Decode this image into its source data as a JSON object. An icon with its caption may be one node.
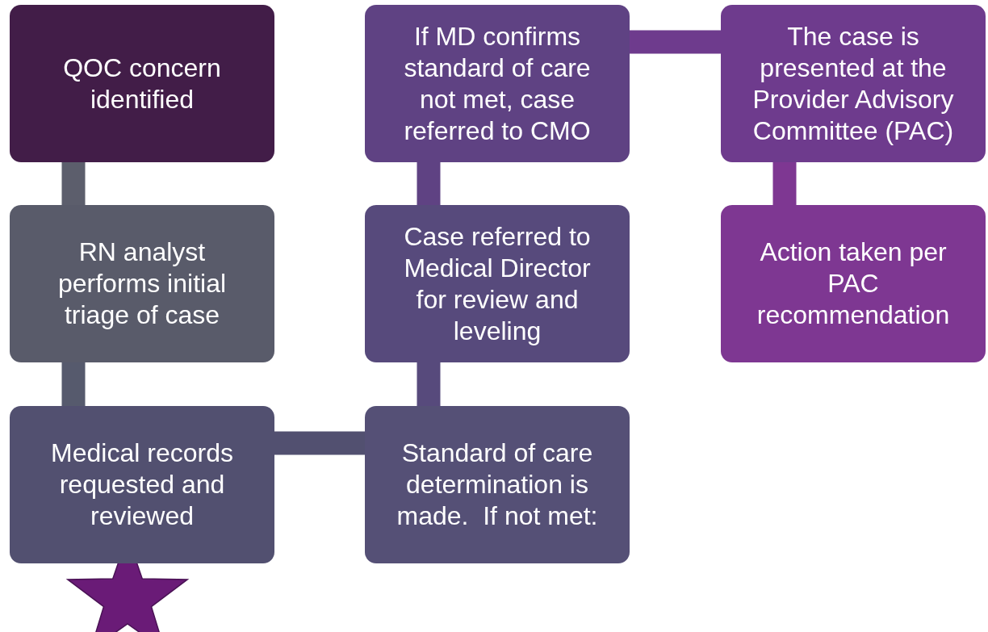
{
  "diagram": {
    "nodes": [
      {
        "text": [
          "QOC concern identified"
        ]
      },
      {
        "text": [
          "RN analyst performs initial triage of case"
        ]
      },
      {
        "text": [
          "Medical records requested and reviewed"
        ]
      },
      {
        "text": [
          "Standard of care determination is made.  If not met:"
        ]
      },
      {
        "text": [
          "Case referred to Medical Director for review and leveling"
        ]
      },
      {
        "text": [
          "If MD confirms standard of care not met, case referred to CMO"
        ]
      },
      {
        "text": [
          "The case is presented at the Provider Advisory Committee (PAC)"
        ]
      },
      {
        "text": [
          "Action taken per PAC recommendation"
        ]
      }
    ],
    "edges": [
      {
        "from": 0,
        "to": 1,
        "arrow": "none",
        "color": "#5c5e6c"
      },
      {
        "from": 1,
        "to": 2,
        "arrow": "none",
        "color": "#565a6d"
      },
      {
        "from": 2,
        "to": 3,
        "arrow": "none",
        "color": "#525070"
      },
      {
        "from": 3,
        "to": 4,
        "arrow": "none",
        "color": "#574a7c"
      },
      {
        "from": 4,
        "to": 5,
        "arrow": "none",
        "color": "#5f4283"
      },
      {
        "from": 5,
        "to": 6,
        "arrow": "none",
        "color": "#6e3b8d"
      },
      {
        "from": 6,
        "to": 7,
        "arrow": "none",
        "color": "#7e3792"
      }
    ]
  }
}
